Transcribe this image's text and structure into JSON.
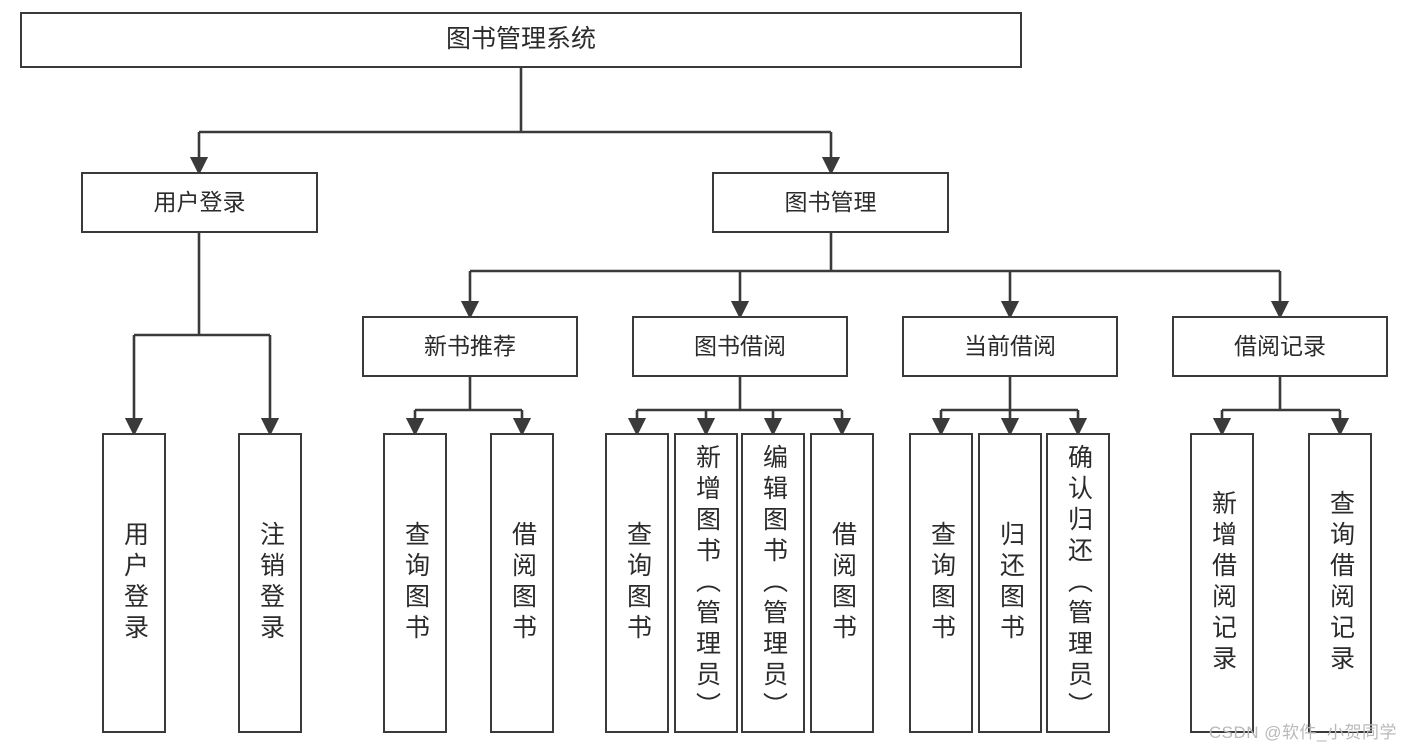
{
  "diagram": {
    "type": "hierarchy-tree",
    "title": "图书管理系统",
    "colors": {
      "stroke": "#3a3a3a",
      "box_fill": "#ffffff",
      "text": "#2b2b2b",
      "watermark": "#b9b9b9",
      "background": "#ffffff"
    },
    "root": {
      "label": "图书管理系统"
    },
    "level2": [
      {
        "id": "user-login",
        "label": "用户登录"
      },
      {
        "id": "book-manage",
        "label": "图书管理"
      }
    ],
    "level3": [
      {
        "id": "new-book-recommend",
        "label": "新书推荐"
      },
      {
        "id": "book-borrow",
        "label": "图书借阅"
      },
      {
        "id": "current-borrow",
        "label": "当前借阅"
      },
      {
        "id": "borrow-record",
        "label": "借阅记录"
      }
    ],
    "leaves": {
      "user_login": [
        {
          "id": "leaf-user-login",
          "label": "用户登录"
        },
        {
          "id": "leaf-logout-login",
          "label": "注销登录"
        }
      ],
      "new_book_recommend": [
        {
          "id": "leaf-query-book-1",
          "label": "查询图书"
        },
        {
          "id": "leaf-borrow-book-1",
          "label": "借阅图书"
        }
      ],
      "book_borrow": [
        {
          "id": "leaf-query-book-2",
          "label": "查询图书"
        },
        {
          "id": "leaf-add-book",
          "label": "新增图书（管理员）"
        },
        {
          "id": "leaf-edit-book",
          "label": "编辑图书（管理员）"
        },
        {
          "id": "leaf-borrow-book-2",
          "label": "借阅图书"
        }
      ],
      "current_borrow": [
        {
          "id": "leaf-query-book-3",
          "label": "查询图书"
        },
        {
          "id": "leaf-return-book",
          "label": "归还图书"
        },
        {
          "id": "leaf-confirm-return",
          "label": "确认归还（管理员）"
        }
      ],
      "borrow_record": [
        {
          "id": "leaf-add-record",
          "label": "新增借阅记录"
        },
        {
          "id": "leaf-query-record",
          "label": "查询借阅记录"
        }
      ]
    }
  },
  "watermark": {
    "text": "CSDN @软件_小贺同学"
  }
}
